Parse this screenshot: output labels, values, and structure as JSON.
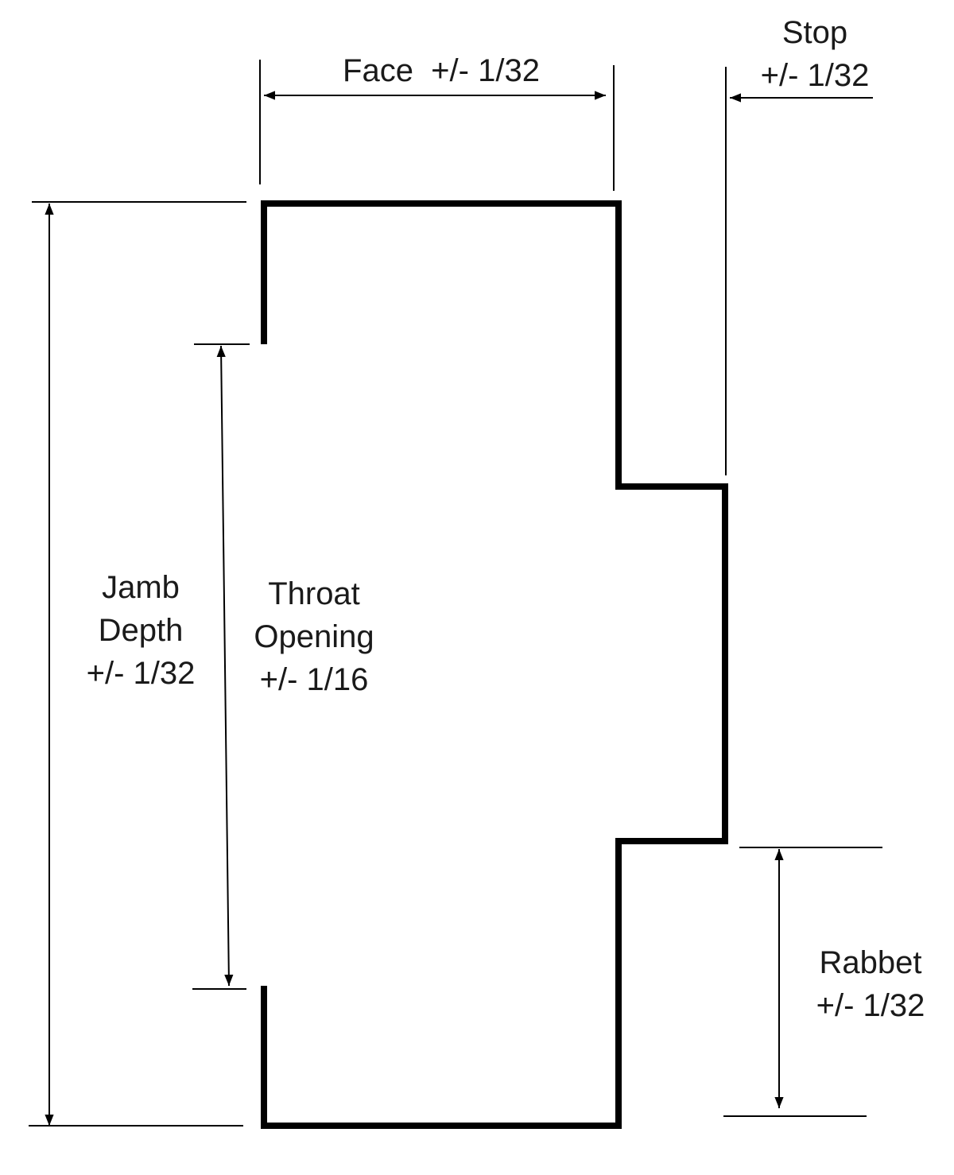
{
  "labels": {
    "face": {
      "text": "Face  +/- 1/32"
    },
    "stop": {
      "name": "Stop",
      "tolerance": "+/- 1/32"
    },
    "jamb_depth": {
      "line1": "Jamb",
      "line2": "Depth",
      "tolerance": "+/- 1/32"
    },
    "throat_opening": {
      "line1": "Throat",
      "line2": "Opening",
      "tolerance": "+/- 1/16"
    },
    "rabbet": {
      "name": "Rabbet",
      "tolerance": "+/- 1/32"
    }
  }
}
